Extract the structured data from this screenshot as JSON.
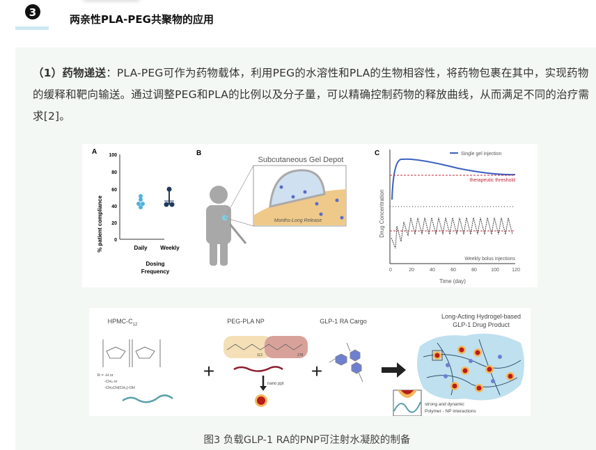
{
  "section": {
    "number": "3",
    "title": "两亲性PLA-PEG共聚物的应用"
  },
  "paragraph": {
    "lead": "（1）药物递送",
    "body": "：PLA-PEG可作为药物载体，利用PEG的水溶性和PLA的生物相容性，将药物包裹在其中，实现药物的缓释和靶向输送。通过调整PEG和PLA的比例以及分子量，可以精确控制药物的释放曲线，从而满足不同的治疗需求[2]。"
  },
  "figure1": {
    "panelA": {
      "label": "A",
      "ylabel": "% patient compliance",
      "yticks": [
        "0",
        "20",
        "40",
        "60",
        "80",
        "100"
      ],
      "categories": [
        "Daily",
        "Weekly"
      ],
      "xlabel1": "Dosing",
      "xlabel2": "Frequency",
      "colors": {
        "daily": "#4fb3d9",
        "weekly": "#1f3b5c"
      }
    },
    "panelB": {
      "label": "B",
      "title": "Subcutaneous Gel Depot",
      "release": "Months-Long Release"
    },
    "panelC": {
      "label": "C",
      "ylabel": "Drug Concentration",
      "legend1": "Single gel injection",
      "threshold": "therapeutic threshold",
      "legend2": "Weekly bolus injections",
      "xticks": [
        "0",
        "20",
        "40",
        "60",
        "80",
        "100",
        "120"
      ],
      "xlabel": "Time (day)"
    }
  },
  "figure2": {
    "hpmc": "HPMC-C",
    "hpmc_sub": "12",
    "peg_pla": "PEG-PLA NP",
    "n112": "112",
    "n278": "278",
    "nano": "nano ppt",
    "cargo": "GLP-1 RA Cargo",
    "product1": "Long-Acting Hydrogel-based",
    "product2": "GLP-1 Drug Product",
    "interact1": "strong and dynamic",
    "interact2": "Polymer - NP interactions",
    "r_def1": "R = -H or",
    "r_def2": "-CH₃ or",
    "r_def3": "-CH₂CH(CH₃)-OH",
    "plus": "+"
  },
  "caption": "图3 负载GLP-1 RA的PNP可注射水凝胶的制备"
}
